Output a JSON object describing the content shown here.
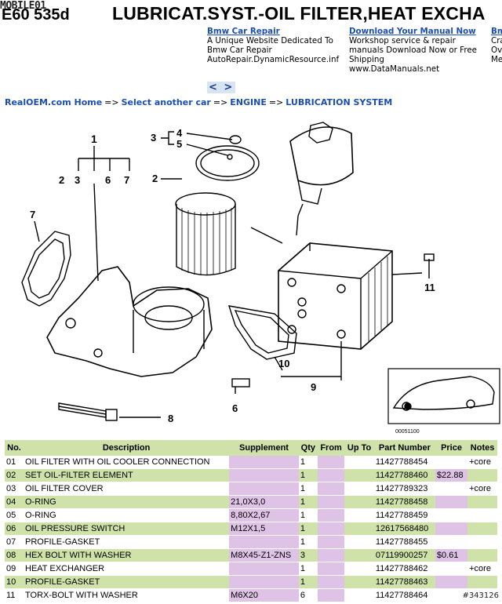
{
  "header": {
    "logo": "MOBILE01",
    "model_code": "E60 535d",
    "title": "LUBRICAT.SYST.-OIL FILTER,HEAT EXCHA"
  },
  "ads": [
    {
      "link": "Bmw Car Repair",
      "lines": [
        "A Unique Website Dedicated To",
        "Bmw Car Repair",
        "AutoRepair.DynamicResource.inf"
      ]
    },
    {
      "link": "Download Your Manual Now",
      "lines": [
        "Workshop service & repair",
        "manuals Download Now or Free",
        "Shipping",
        "www.DataManuals.net"
      ]
    },
    {
      "link": "Bmw",
      "lines": [
        "Cra",
        "Ov",
        "Me"
      ]
    }
  ],
  "pager": "< >",
  "breadcrumb": {
    "items": [
      "RealOEM.com Home",
      "Select another car",
      "ENGINE",
      "LUBRICATION SYSTEM"
    ],
    "separator": "=>"
  },
  "diagram": {
    "callouts": [
      "1",
      "2",
      "3",
      "4",
      "5",
      "6",
      "7",
      "8",
      "9",
      "10",
      "11",
      "2",
      "3",
      "6",
      "7"
    ],
    "inset_code": "00051100"
  },
  "table": {
    "headers": [
      "No.",
      "Description",
      "Supplement",
      "Qty",
      "From",
      "Up To",
      "Part Number",
      "Price",
      "Notes"
    ],
    "rows": [
      {
        "no": "01",
        "desc": "OIL FILTER WITH OIL COOLER CONNECTION",
        "sup": "",
        "qty": "1",
        "from": "",
        "up": "",
        "part": "11427788454",
        "price": "",
        "notes": "+core"
      },
      {
        "no": "02",
        "desc": "SET OIL-FILTER ELEMENT",
        "sup": "",
        "qty": "1",
        "from": "",
        "up": "",
        "part": "11427788460",
        "price": "$22.88",
        "notes": ""
      },
      {
        "no": "03",
        "desc": "OIL FILTER COVER",
        "sup": "",
        "qty": "1",
        "from": "",
        "up": "",
        "part": "11427789323",
        "price": "",
        "notes": "+core"
      },
      {
        "no": "04",
        "desc": "O-RING",
        "sup": "21,0X3,0",
        "qty": "1",
        "from": "",
        "up": "",
        "part": "11427788458",
        "price": "",
        "notes": ""
      },
      {
        "no": "05",
        "desc": "O-RING",
        "sup": "8,80X2,67",
        "qty": "1",
        "from": "",
        "up": "",
        "part": "11427788459",
        "price": "",
        "notes": ""
      },
      {
        "no": "06",
        "desc": "OIL PRESSURE SWITCH",
        "sup": "M12X1,5",
        "qty": "1",
        "from": "",
        "up": "",
        "part": "12617568480",
        "price": "",
        "notes": ""
      },
      {
        "no": "07",
        "desc": "PROFILE-GASKET",
        "sup": "",
        "qty": "1",
        "from": "",
        "up": "",
        "part": "11427788455",
        "price": "",
        "notes": ""
      },
      {
        "no": "08",
        "desc": "HEX BOLT WITH WASHER",
        "sup": "M8X45-Z1-ZNS",
        "qty": "3",
        "from": "",
        "up": "",
        "part": "07119900257",
        "price": "$0.61",
        "notes": ""
      },
      {
        "no": "09",
        "desc": "HEAT EXCHANGER",
        "sup": "",
        "qty": "1",
        "from": "",
        "up": "",
        "part": "11427788462",
        "price": "",
        "notes": "+core"
      },
      {
        "no": "10",
        "desc": "PROFILE-GASKET",
        "sup": "",
        "qty": "1",
        "from": "",
        "up": "",
        "part": "11427788463",
        "price": "",
        "notes": ""
      },
      {
        "no": "11",
        "desc": "TORX-BOLT WITH WASHER",
        "sup": "M6X20",
        "qty": "6",
        "from": "",
        "up": "",
        "part": "11427788464",
        "price": "",
        "notes": ""
      }
    ]
  },
  "watermark": "#343126",
  "colors": {
    "header_green": "#cfe2a9",
    "purple": "#dfc3e6",
    "link_blue": "#1a4fb0"
  }
}
